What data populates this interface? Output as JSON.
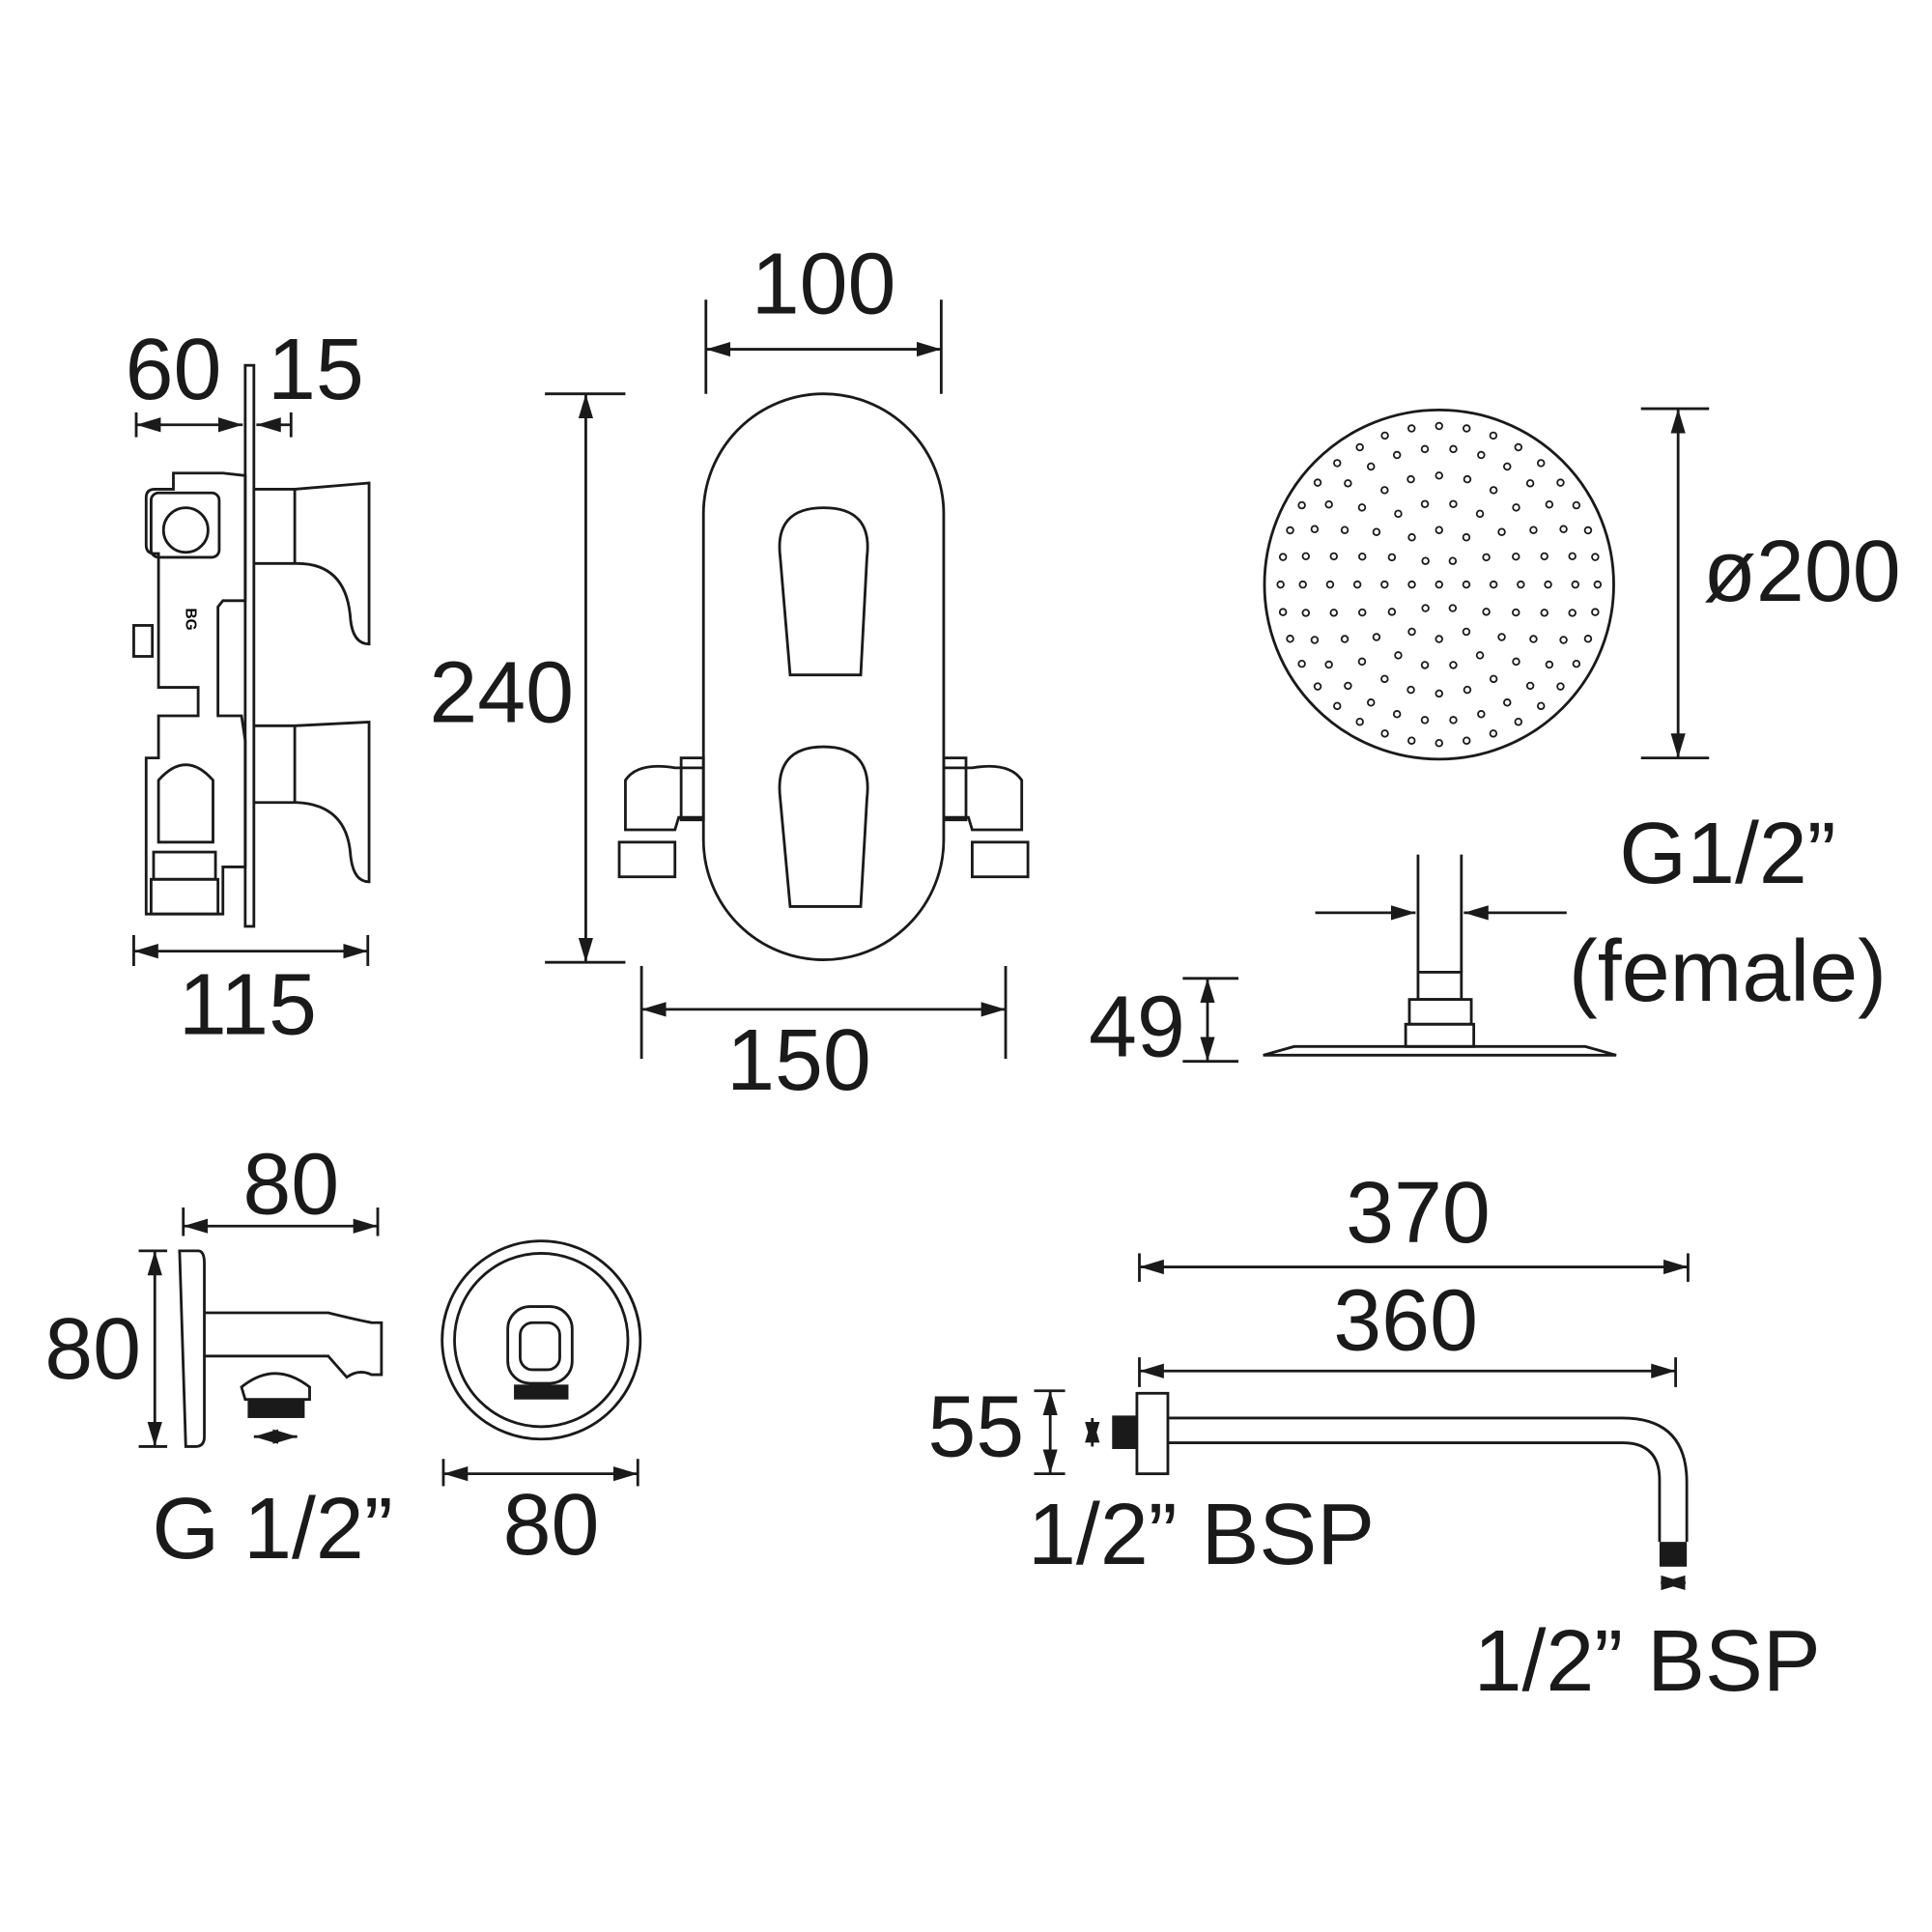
{
  "side_view": {
    "depth": "60",
    "plate": "15",
    "width": "115",
    "logo": "BG"
  },
  "front_view": {
    "width": "100",
    "height": "240",
    "overall_width": "150"
  },
  "shower_head": {
    "diameter": "ø200",
    "thread": "G1/2”",
    "thread_type": "(female)",
    "height": "49"
  },
  "wall_outlet": {
    "depth": "80",
    "height": "80",
    "thread": "G 1/2”",
    "diameter": "80"
  },
  "shower_arm": {
    "overall_length": "370",
    "length": "360",
    "flange": "55",
    "inlet_thread": "1/2” BSP",
    "outlet_thread": "1/2” BSP"
  },
  "colors": {
    "line": "#1a1a1a",
    "background": "#ffffff"
  }
}
